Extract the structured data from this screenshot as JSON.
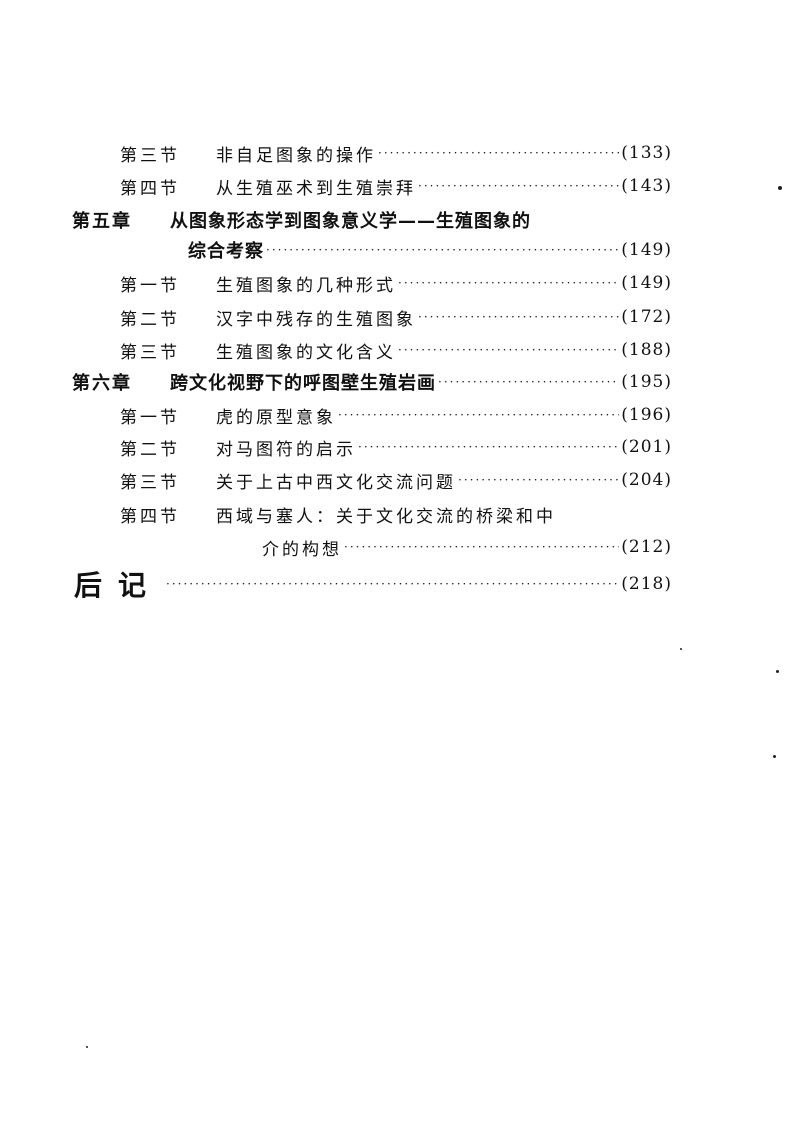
{
  "entries": [
    {
      "label": "第三节",
      "title": "非自足图象的操作",
      "page": "(133)"
    },
    {
      "label": "第四节",
      "title": "从生殖巫术到生殖崇拜",
      "page": "(143)"
    },
    {
      "label": "第五章",
      "title": "从图象形态学到图象意义学——生殖图象的"
    },
    {
      "title": "综合考察",
      "page": "(149)"
    },
    {
      "label": "第一节",
      "title": "生殖图象的几种形式",
      "page": "(149)"
    },
    {
      "label": "第二节",
      "title": "汉字中残存的生殖图象",
      "page": "(172)"
    },
    {
      "label": "第三节",
      "title": "生殖图象的文化含义",
      "page": "(188)"
    },
    {
      "label": "第六章",
      "title": "跨文化视野下的呼图壁生殖岩画",
      "page": "(195)"
    },
    {
      "label": "第一节",
      "title": "虎的原型意象",
      "page": "(196)"
    },
    {
      "label": "第二节",
      "title": "对马图符的启示",
      "page": "(201)"
    },
    {
      "label": "第三节",
      "title": "关于上古中西文化交流问题",
      "page": "(204)"
    },
    {
      "label": "第四节",
      "title": "西域与塞人：关于文化交流的桥梁和中"
    },
    {
      "title": "介的构想",
      "page": "(212)"
    },
    {
      "title": "后记",
      "page": "(218)"
    }
  ]
}
